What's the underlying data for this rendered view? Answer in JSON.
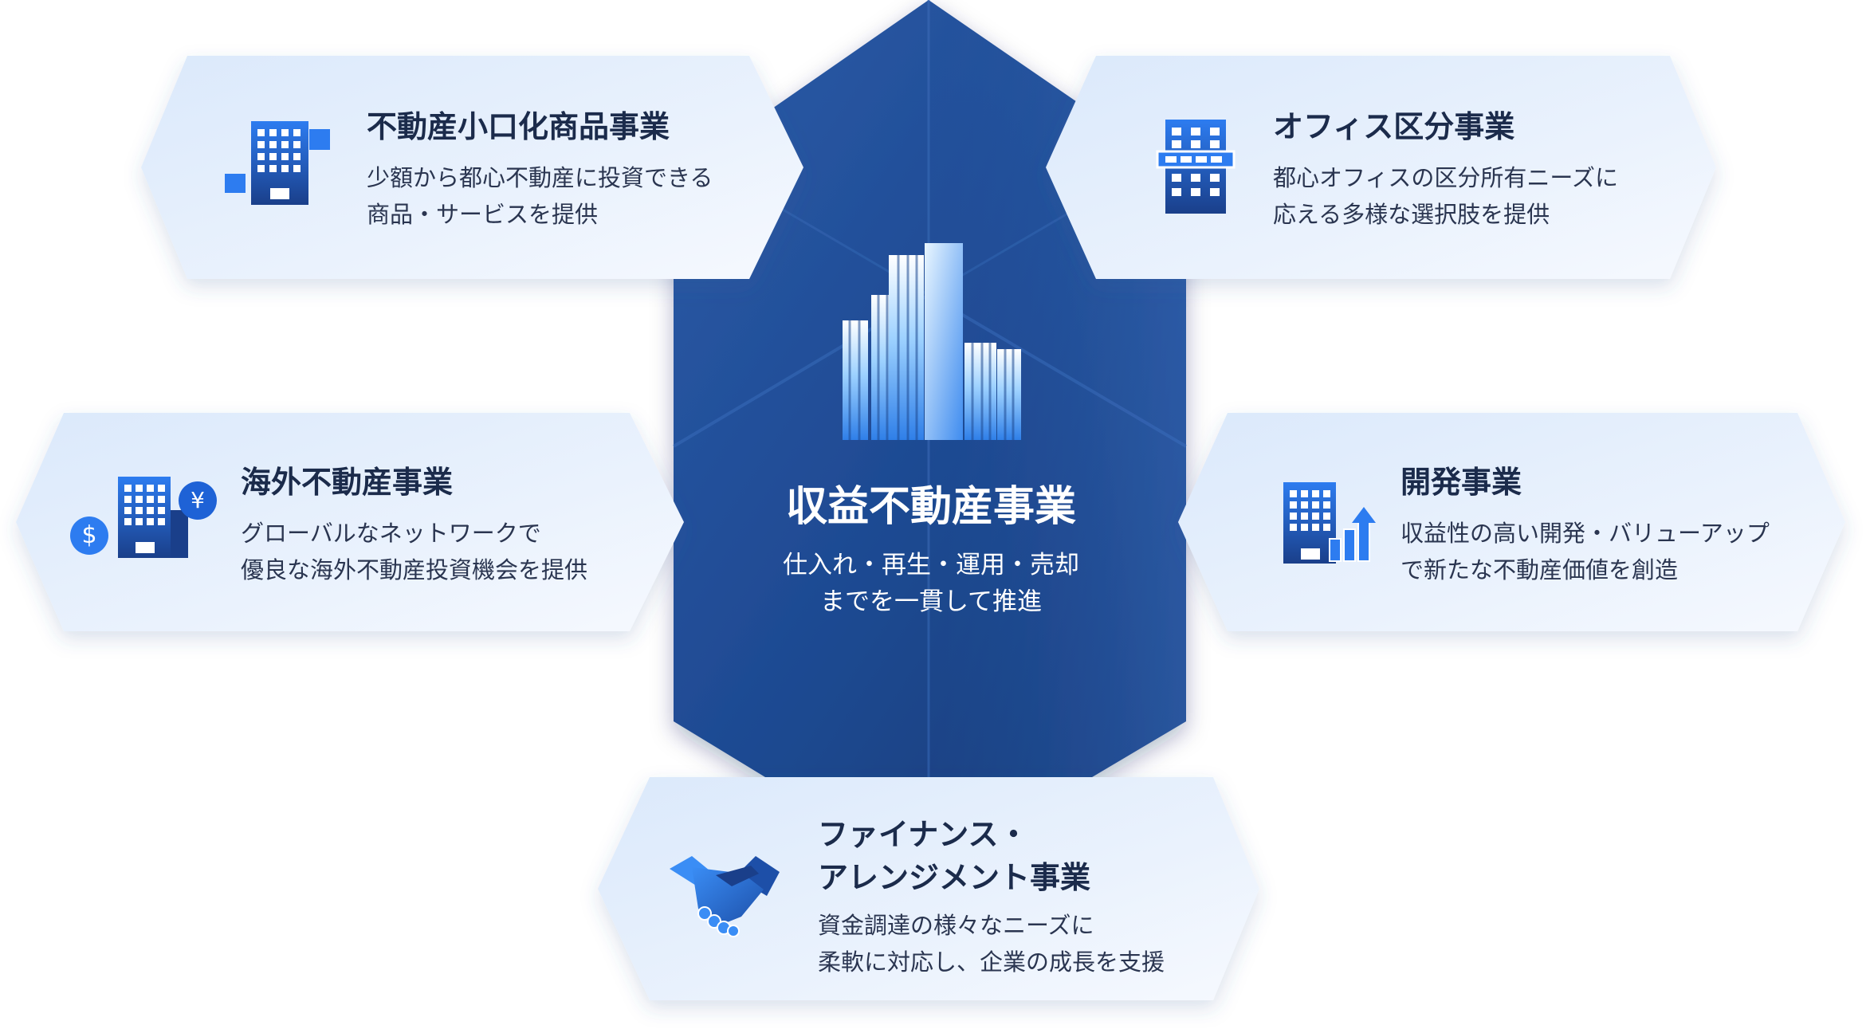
{
  "center": {
    "title": "収益不動産事業",
    "desc_line1": "仕入れ・再生・運用・売却",
    "desc_line2": "までを一貫して推進",
    "icon": "skyscraper-icon"
  },
  "cards": {
    "small_lot": {
      "title": "不動産小口化商品事業",
      "desc_line1": "少額から都心不動産に投資できる",
      "desc_line2": "商品・サービスを提供",
      "icon": "building-blocks-icon"
    },
    "office": {
      "title": "オフィス区分事業",
      "desc_line1": "都心オフィスの区分所有ニーズに",
      "desc_line2": "応える多様な選択肢を提供",
      "icon": "office-building-icon"
    },
    "overseas": {
      "title": "海外不動産事業",
      "desc_line1": "グローバルなネットワークで",
      "desc_line2": "優良な海外不動産投資機会を提供",
      "icon": "building-currency-icon",
      "currency_dollar": "$",
      "currency_yen": "¥"
    },
    "development": {
      "title": "開発事業",
      "desc_line1": "収益性の高い開発・バリューアップ",
      "desc_line2": "で新たな不動産価値を創造",
      "icon": "building-growth-chart-icon"
    },
    "finance": {
      "title_line1": "ファイナンス・",
      "title_line2": "アレンジメント事業",
      "desc_line1": "資金調達の様々なニーズに",
      "desc_line2": "柔軟に対応し、企業の成長を支援",
      "icon": "handshake-icon"
    }
  },
  "colors": {
    "center_dark": "#1a3f80",
    "center_mid": "#2a5aa6",
    "card_light": "#e6f0fc",
    "icon_blue": "#1e62d6",
    "text_dark": "#1b2b4b"
  }
}
